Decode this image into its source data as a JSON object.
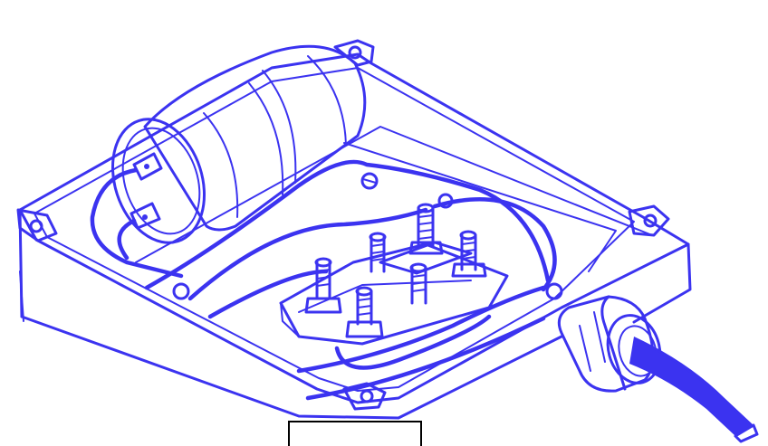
{
  "diagram": {
    "ink_color": "#3b33f0",
    "background": "#ffffff",
    "components": [
      {
        "name": "capacitor",
        "icon": "cylinder-capacitor"
      },
      {
        "name": "junction-box",
        "icon": "open-box"
      },
      {
        "name": "terminal-block",
        "icon": "terminal-studs"
      },
      {
        "name": "cable-gland",
        "icon": "hex-gland"
      },
      {
        "name": "cable",
        "icon": "cable"
      }
    ],
    "label_box": {
      "text": "",
      "border_color": "#000000"
    }
  }
}
